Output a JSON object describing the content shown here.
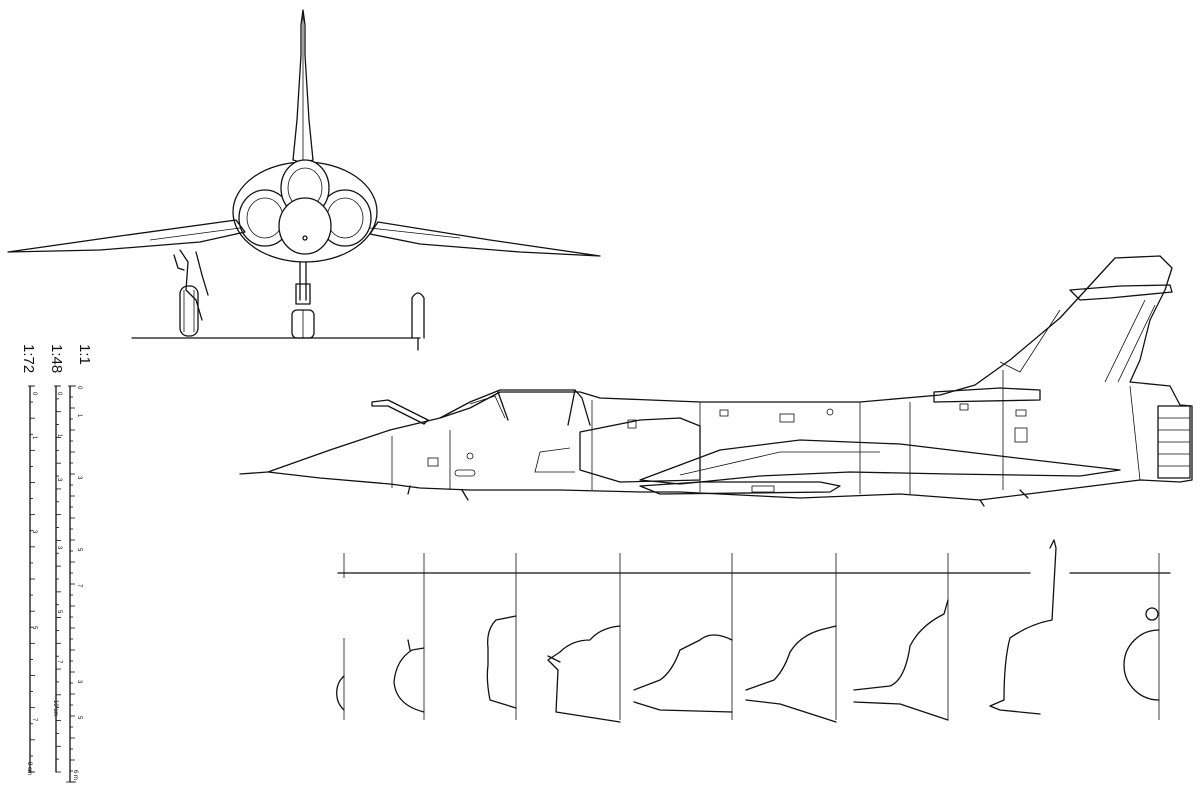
{
  "scale_labels": [
    "1:1",
    "1:48",
    "1:72"
  ],
  "ruler_a_ticks": [
    "0",
    "1",
    "3",
    "5",
    "7",
    "3",
    "5",
    "6 m"
  ],
  "ruler_b_ticks": [
    "0",
    "1",
    "3",
    "3",
    "5",
    "7",
    "10 cm"
  ],
  "ruler_c_ticks": [
    "0",
    "1",
    "3",
    "5",
    "7",
    "8 cm"
  ]
}
